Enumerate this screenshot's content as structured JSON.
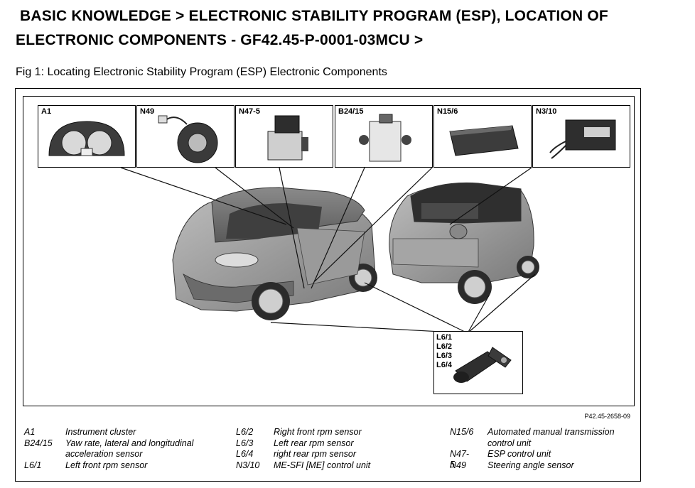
{
  "header": {
    "line1": "BASIC KNOWLEDGE >  ELECTRONIC STABILITY PROGRAM (ESP), LOCATION OF",
    "line2": "ELECTRONIC COMPONENTS - GF42.45-P-0001-03MCU >"
  },
  "figure": {
    "caption": "Fig 1: Locating Electronic Stability Program (ESP) Electronic Components",
    "reference": "P42.45-2658-09",
    "components": [
      "A1",
      "N49",
      "N47-5",
      "B24/15",
      "N15/6",
      "N3/10"
    ],
    "sensor_labels": [
      "L6/1",
      "L6/2",
      "L6/3",
      "L6/4"
    ]
  },
  "legend": {
    "col1": [
      {
        "code": "A1",
        "desc": "Instrument cluster"
      },
      {
        "code": "B24/15",
        "desc": "Yaw rate, lateral and longitudinal"
      },
      {
        "code": "",
        "desc": "acceleration sensor"
      },
      {
        "code": "L6/1",
        "desc": "Left front rpm sensor"
      }
    ],
    "col2": [
      {
        "code": "L6/2",
        "desc": "Right front rpm sensor"
      },
      {
        "code": "L6/3",
        "desc": "Left rear rpm sensor"
      },
      {
        "code": "L6/4",
        "desc": "right rear rpm sensor"
      },
      {
        "code": "N3/10",
        "desc": "ME-SFI [ME] control unit"
      }
    ],
    "col3": [
      {
        "code": "N15/6",
        "desc": "Automated manual transmission"
      },
      {
        "code": "",
        "desc": "control unit"
      },
      {
        "code": "N47-5",
        "desc": "ESP control unit"
      },
      {
        "code": "N49",
        "desc": "Steering angle sensor"
      }
    ]
  }
}
